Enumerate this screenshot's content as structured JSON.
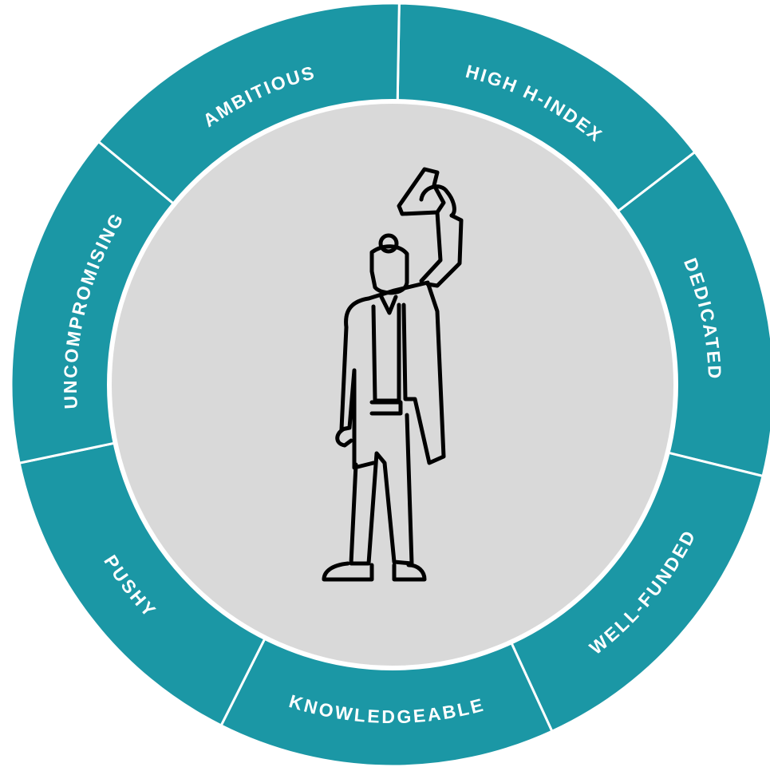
{
  "colors": {
    "ring": "#1b97a5",
    "divider": "#ffffff",
    "center": "#d9d9d9",
    "figure": "#000000"
  },
  "center_icon": "scientist-holding-flask-icon",
  "segments": [
    {
      "label": "HIGH H-INDEX"
    },
    {
      "label": "DEDICATED"
    },
    {
      "label": "WELL-FUNDED"
    },
    {
      "label": "KNOWLEDGEABLE"
    },
    {
      "label": "PUSHY"
    },
    {
      "label": "UNCOMPROMISING"
    },
    {
      "label": "AMBITIOUS"
    }
  ]
}
